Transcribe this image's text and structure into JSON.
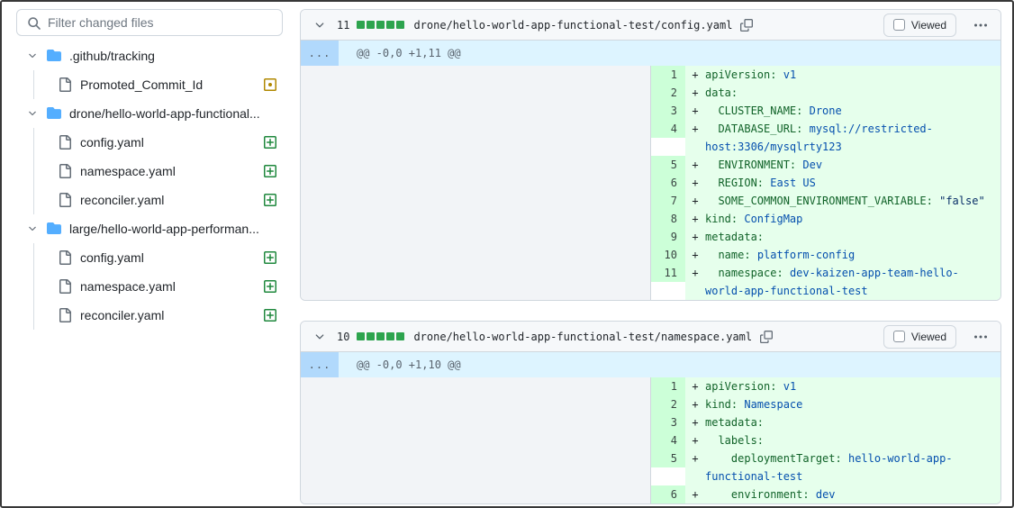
{
  "colors": {
    "diffstat_green": "#2da44e",
    "addition_line_bg": "#e6ffec",
    "addition_gutter_bg": "#ccffd8",
    "hunk_row_bg": "#ddf4ff",
    "hunk_expand_bg": "#b1d9fc",
    "folder_icon_blue": "#54aeff",
    "added_icon_green": "#1f883d",
    "modified_icon_yellow": "#b08800"
  },
  "sidebar": {
    "filter": {
      "placeholder": "Filter changed files"
    },
    "tree": [
      {
        "kind": "folder",
        "label": ".github/tracking"
      },
      {
        "kind": "file",
        "label": "Promoted_Commit_Id",
        "status": "modified"
      },
      {
        "kind": "folder",
        "label": "drone/hello-world-app-functional..."
      },
      {
        "kind": "file",
        "label": "config.yaml",
        "status": "added"
      },
      {
        "kind": "file",
        "label": "namespace.yaml",
        "status": "added"
      },
      {
        "kind": "file",
        "label": "reconciler.yaml",
        "status": "added"
      },
      {
        "kind": "folder",
        "label": "large/hello-world-app-performan..."
      },
      {
        "kind": "file",
        "label": "config.yaml",
        "status": "added"
      },
      {
        "kind": "file",
        "label": "namespace.yaml",
        "status": "added"
      },
      {
        "kind": "file",
        "label": "reconciler.yaml",
        "status": "added"
      }
    ]
  },
  "diffs": [
    {
      "changed_lines": "11",
      "diffstat_squares": 5,
      "path": "drone/hello-world-app-functional-test/config.yaml",
      "viewed_label": "Viewed",
      "viewed_checked": false,
      "expand_label": "...",
      "hunk_header": "@@ -0,0 +1,11 @@",
      "lines": [
        {
          "num": "1",
          "sign": "+",
          "tokens": [
            [
              "k",
              "apiVersion:"
            ],
            [
              "p",
              " "
            ],
            [
              "v",
              "v1"
            ]
          ]
        },
        {
          "num": "2",
          "sign": "+",
          "tokens": [
            [
              "k",
              "data:"
            ]
          ]
        },
        {
          "num": "3",
          "sign": "+",
          "tokens": [
            [
              "p",
              "  "
            ],
            [
              "k",
              "CLUSTER_NAME:"
            ],
            [
              "p",
              " "
            ],
            [
              "v",
              "Drone"
            ]
          ]
        },
        {
          "num": "4",
          "sign": "+",
          "tokens": [
            [
              "p",
              "  "
            ],
            [
              "k",
              "DATABASE_URL:"
            ],
            [
              "p",
              " "
            ],
            [
              "v",
              "mysql://restricted-host:3306/mysqlrty123"
            ]
          ]
        },
        {
          "num": "5",
          "sign": "+",
          "tokens": [
            [
              "p",
              "  "
            ],
            [
              "k",
              "ENVIRONMENT:"
            ],
            [
              "p",
              " "
            ],
            [
              "v",
              "Dev"
            ]
          ]
        },
        {
          "num": "6",
          "sign": "+",
          "tokens": [
            [
              "p",
              "  "
            ],
            [
              "k",
              "REGION:"
            ],
            [
              "p",
              " "
            ],
            [
              "v",
              "East US"
            ]
          ]
        },
        {
          "num": "7",
          "sign": "+",
          "tokens": [
            [
              "p",
              "  "
            ],
            [
              "k",
              "SOME_COMMON_ENVIRONMENT_VARIABLE:"
            ],
            [
              "p",
              " "
            ],
            [
              "s",
              "\"false\""
            ]
          ]
        },
        {
          "num": "8",
          "sign": "+",
          "tokens": [
            [
              "k",
              "kind:"
            ],
            [
              "p",
              " "
            ],
            [
              "v",
              "ConfigMap"
            ]
          ]
        },
        {
          "num": "9",
          "sign": "+",
          "tokens": [
            [
              "k",
              "metadata:"
            ]
          ]
        },
        {
          "num": "10",
          "sign": "+",
          "tokens": [
            [
              "p",
              "  "
            ],
            [
              "k",
              "name:"
            ],
            [
              "p",
              " "
            ],
            [
              "v",
              "platform-config"
            ]
          ]
        },
        {
          "num": "11",
          "sign": "+",
          "tokens": [
            [
              "p",
              "  "
            ],
            [
              "k",
              "namespace:"
            ],
            [
              "p",
              " "
            ],
            [
              "v",
              "dev-kaizen-app-team-hello-world-app-functional-test"
            ]
          ]
        }
      ]
    },
    {
      "changed_lines": "10",
      "diffstat_squares": 5,
      "path": "drone/hello-world-app-functional-test/namespace.yaml",
      "viewed_label": "Viewed",
      "viewed_checked": false,
      "expand_label": "...",
      "hunk_header": "@@ -0,0 +1,10 @@",
      "lines": [
        {
          "num": "1",
          "sign": "+",
          "tokens": [
            [
              "k",
              "apiVersion:"
            ],
            [
              "p",
              " "
            ],
            [
              "v",
              "v1"
            ]
          ]
        },
        {
          "num": "2",
          "sign": "+",
          "tokens": [
            [
              "k",
              "kind:"
            ],
            [
              "p",
              " "
            ],
            [
              "v",
              "Namespace"
            ]
          ]
        },
        {
          "num": "3",
          "sign": "+",
          "tokens": [
            [
              "k",
              "metadata:"
            ]
          ]
        },
        {
          "num": "4",
          "sign": "+",
          "tokens": [
            [
              "p",
              "  "
            ],
            [
              "k",
              "labels:"
            ]
          ]
        },
        {
          "num": "5",
          "sign": "+",
          "tokens": [
            [
              "p",
              "    "
            ],
            [
              "k",
              "deploymentTarget:"
            ],
            [
              "p",
              " "
            ],
            [
              "v",
              "hello-world-app-functional-test"
            ]
          ]
        },
        {
          "num": "6",
          "sign": "+",
          "tokens": [
            [
              "p",
              "    "
            ],
            [
              "k",
              "environment:"
            ],
            [
              "p",
              " "
            ],
            [
              "v",
              "dev"
            ]
          ]
        }
      ]
    }
  ]
}
